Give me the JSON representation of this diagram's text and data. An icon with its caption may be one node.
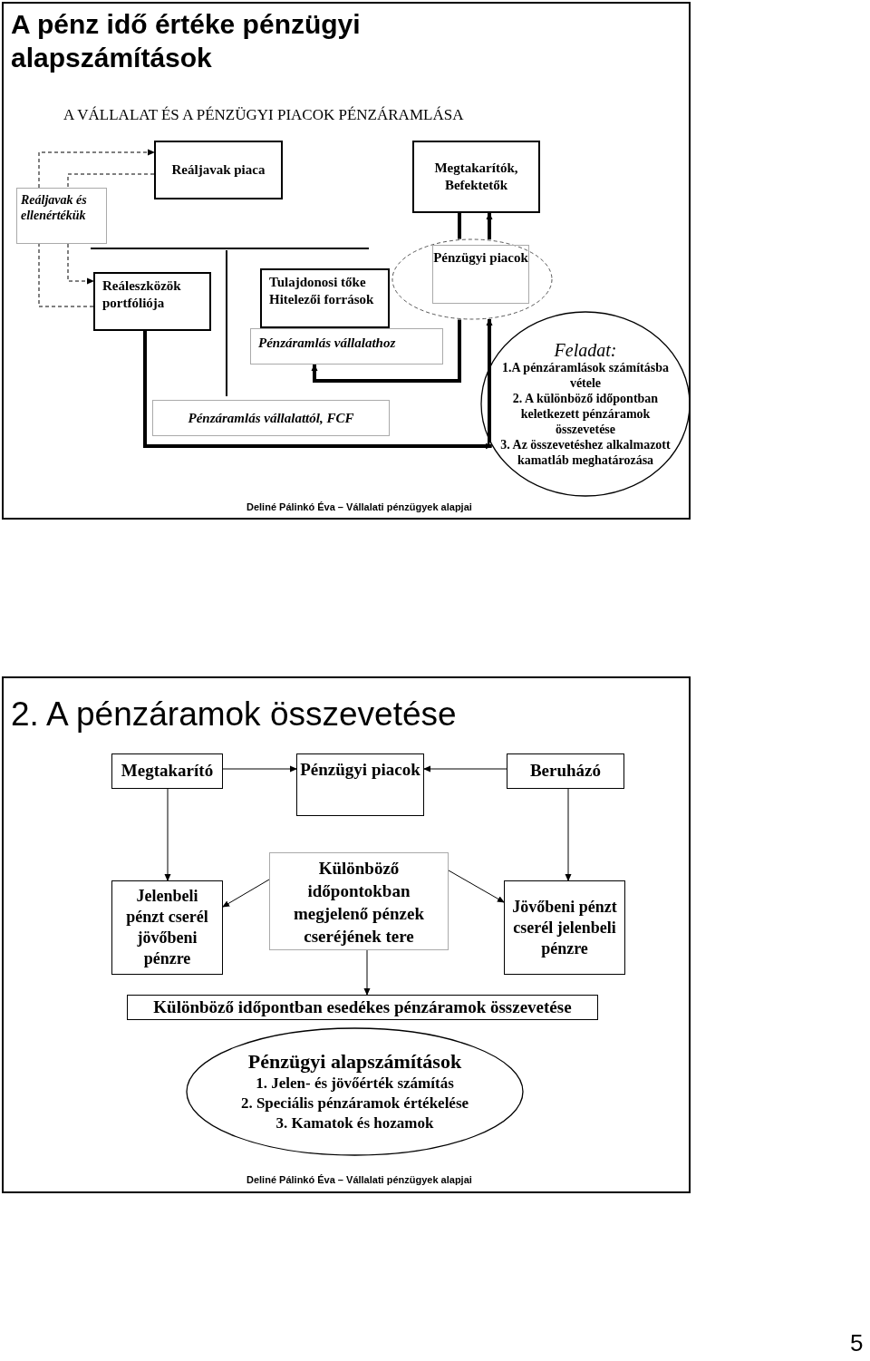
{
  "diagram": {
    "title": "A pénz idő értéke pénzügyi alapszámítások",
    "nodes": [
      {
        "text": [
          "Reáljavak és ellenértékük"
        ]
      },
      {
        "text": [
          "Reáljavak piaca"
        ]
      },
      {
        "text": [
          "Megtakarítók, Befektetők"
        ]
      },
      {
        "text": [],
        "shape": "ellipse"
      },
      {
        "text": [
          "Pénzügyi piacok"
        ],
        "in": 3
      },
      {
        "text": [
          "Reáleszközök portfóliója"
        ]
      },
      {
        "text": [
          "Tulajdonosi tőke Hitelezői források"
        ]
      },
      {
        "text": [
          "Pénzáramlás vállalathoz"
        ]
      },
      {
        "text": [
          "Pénzáramlás vállalattól, FCF"
        ]
      },
      {
        "text": [
          "Feladat:",
          "1.A pénzáramlások számításba vétele",
          "2. A különböző időpontban keletkezett pénzáramok összevetése",
          "3. Az összevetéshez alkalmazott kamatláb meghatározása"
        ]
      },
      {
        "text": [
          "Megtakarító"
        ]
      },
      {
        "text": [
          "Pénzügyi piacok"
        ]
      },
      {
        "text": [
          "Beruházó"
        ]
      },
      {
        "text": [
          "Jelenbeli pénzt cserél jövőbeni pénzre"
        ]
      },
      {
        "text": [
          "Különböző időpontokban megjelenő pénzek cseréjének tere"
        ]
      },
      {
        "text": [
          "Jövőbeni pénzt cserél jelenbeli pénzre"
        ]
      },
      {
        "text": [
          "Különböző időpontban esedékes pénzáramok összevetése"
        ]
      },
      {
        "text": [
          "Pénzügyi alapszámítások",
          "1. Jelen- és jövőérték számítás",
          "2. Speciális pénzáramok értékelése",
          "3. Kamatok és hozamok"
        ]
      }
    ],
    "edges": [
      {
        "from": 0,
        "to": 1,
        "arrow": "to",
        "style": "dashed"
      },
      {
        "from": 1,
        "to": 0,
        "arrow": "none",
        "style": "dashed"
      },
      {
        "from": 0,
        "to": 5,
        "arrow": "to",
        "style": "dashed"
      },
      {
        "from": 5,
        "to": 0,
        "arrow": "none",
        "style": "dashed"
      },
      {
        "from": 2,
        "to": 3,
        "arrow": "none",
        "style": "thick"
      },
      {
        "from": 3,
        "to": 2,
        "arrow": "to",
        "style": "thick"
      },
      {
        "from": 3,
        "to": 7,
        "arrow": "to",
        "style": "thick"
      },
      {
        "from": 5,
        "to": 9,
        "arrow": "to",
        "style": "thick"
      },
      {
        "from": 9,
        "to": 3,
        "arrow": "to",
        "style": "thick"
      },
      {
        "from": 10,
        "to": 11,
        "arrow": "to"
      },
      {
        "from": 12,
        "to": 11,
        "arrow": "to"
      },
      {
        "from": 10,
        "to": 13,
        "arrow": "to"
      },
      {
        "from": 12,
        "to": 15,
        "arrow": "to"
      },
      {
        "from": 14,
        "to": 13,
        "arrow": "to"
      },
      {
        "from": 14,
        "to": 15,
        "arrow": "to"
      },
      {
        "from": 14,
        "to": 16,
        "arrow": "to"
      }
    ],
    "labels": [
      "A VÁLLALAT ÉS A PÉNZÜGYI PIACOK PÉNZÁRAMLÁSA",
      "Deliné Pálinkó Éva – Vállalati pénzügyek alapjai",
      "2. A pénzáramok összevetése",
      "Deliné Pálinkó Éva – Vállalati pénzügyek alapjai",
      "5"
    ]
  }
}
